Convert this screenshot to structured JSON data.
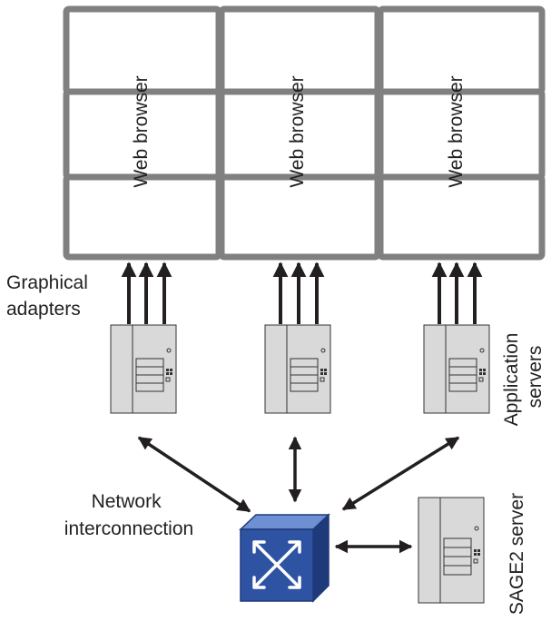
{
  "wall": {
    "columns": 3,
    "rows": 3,
    "panel_label": "Web browser",
    "bezel_color": "#808080"
  },
  "labels": {
    "graphical_adapters": [
      "Graphical",
      "adapters"
    ],
    "application_servers": [
      "Application",
      "servers"
    ],
    "network_interconnection": [
      "Network",
      "interconnection"
    ],
    "sage2_server": "SAGE2 server"
  },
  "colors": {
    "server_body": "#d9d9d9",
    "server_edge": "#333333",
    "switch_front": "#2f53a3",
    "switch_top": "#6f8fd3",
    "switch_side": "#1e3a7a",
    "arrow": "#231f20"
  },
  "icons": {
    "server": "tower-server-icon",
    "switch": "network-switch-icon"
  }
}
